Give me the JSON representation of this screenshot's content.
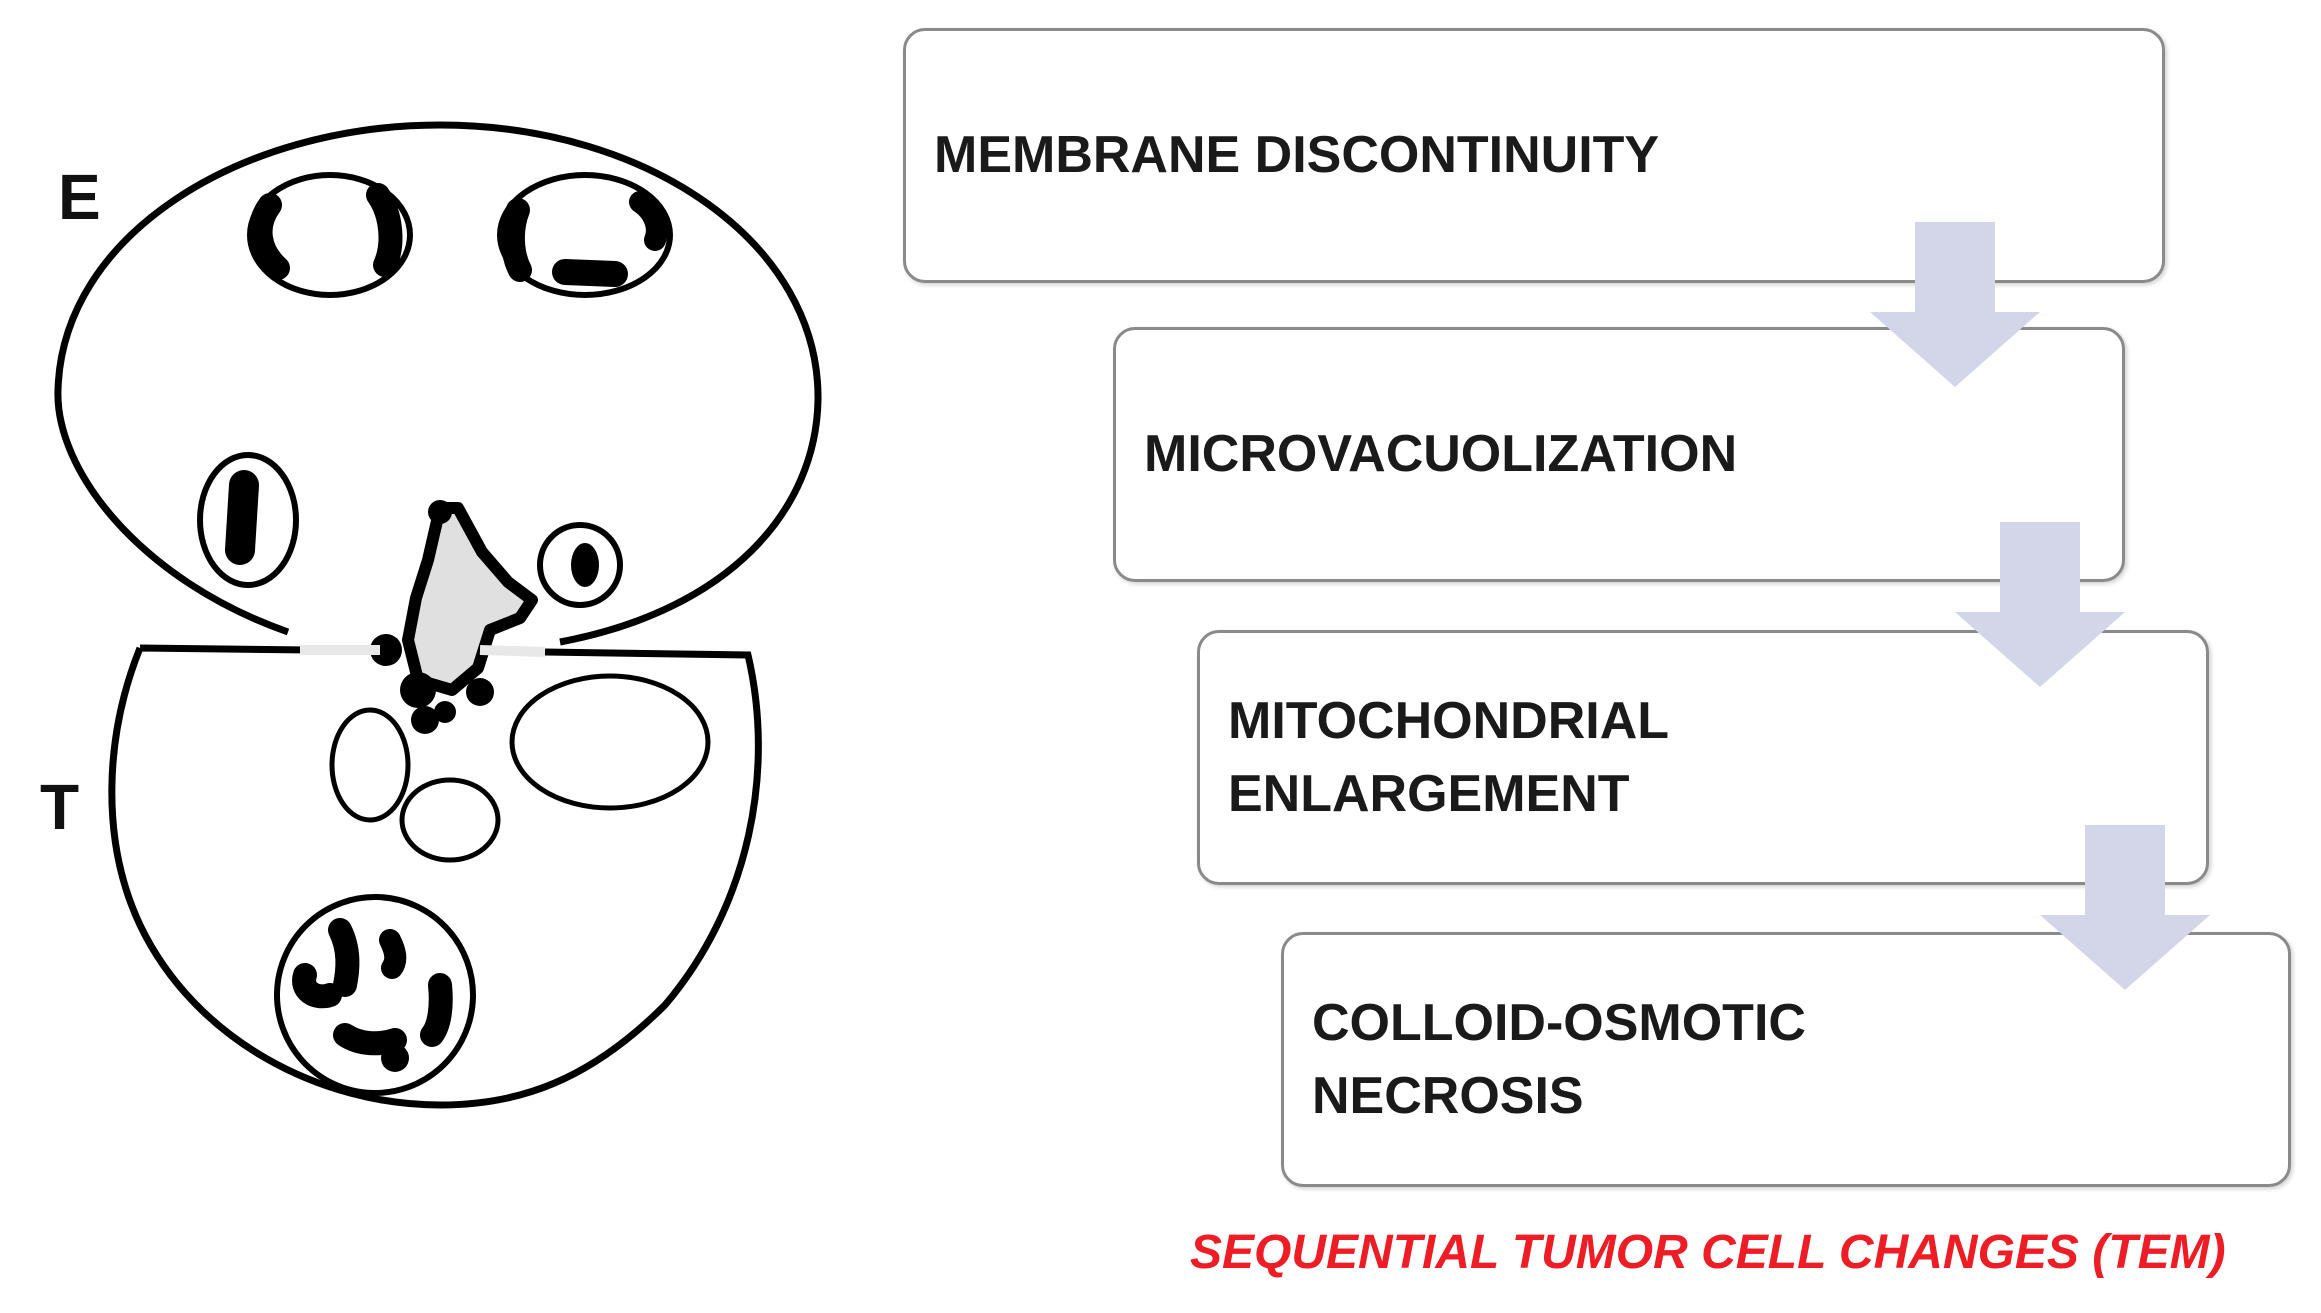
{
  "cell_labels": {
    "effector": "E",
    "tumor": "T"
  },
  "steps": [
    {
      "text": "MEMBRANE DISCONTINUITY"
    },
    {
      "text": "MICROVACUOLIZATION"
    },
    {
      "text": "MITOCHONDRIAL\nENLARGEMENT"
    },
    {
      "text": "COLLOID-OSMOTIC\nNECROSIS"
    }
  ],
  "caption": "SEQUENTIAL TUMOR CELL CHANGES (TEM)",
  "colors": {
    "caption": "#ee1c24",
    "arrow": "#d2d6e8",
    "box_border": "#8a8a8a"
  }
}
